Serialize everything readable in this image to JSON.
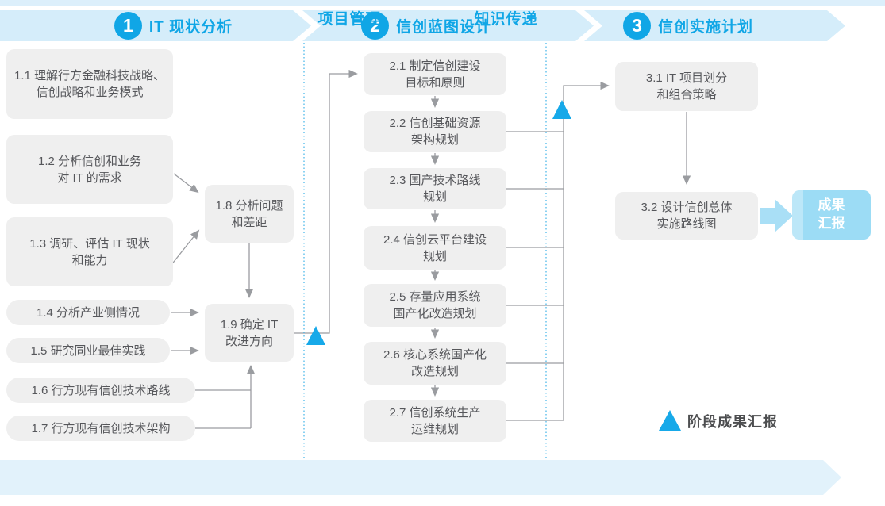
{
  "colors": {
    "accent_blue": "#10a6e6",
    "band_fill": "#d5edfa",
    "bottom_band_fill": "#e2f2fb",
    "box_fill": "#efefef",
    "box_text": "#56575b",
    "connector_gray": "#9a9ca0",
    "milestone_triangle": "#17a9e9",
    "result_box_fill": "#9cdcf5",
    "dotted_divider": "#3fb3e8"
  },
  "phases": [
    {
      "number": "1",
      "title": "IT 现状分析"
    },
    {
      "number": "2",
      "title": "信创蓝图设计"
    },
    {
      "number": "3",
      "title": "信创实施计划"
    }
  ],
  "phase1": {
    "boxes": [
      {
        "label": "1.1 理解行方金融科技战略、\n信创战略和业务模式"
      },
      {
        "label": "1.2 分析信创和业务\n对 IT 的需求"
      },
      {
        "label": "1.3 调研、评估 IT 现状\n和能力"
      },
      {
        "label": "1.4 分析产业侧情况"
      },
      {
        "label": "1.5 研究同业最佳实践"
      },
      {
        "label": "1.6 行方现有信创技术路线"
      },
      {
        "label": "1.7 行方现有信创技术架构"
      },
      {
        "label": "1.8 分析问题\n和差距"
      },
      {
        "label": "1.9 确定 IT\n改进方向"
      }
    ]
  },
  "phase2": {
    "boxes": [
      {
        "label": "2.1 制定信创建设\n目标和原则"
      },
      {
        "label": "2.2 信创基础资源\n架构规划"
      },
      {
        "label": "2.3 国产技术路线\n规划"
      },
      {
        "label": "2.4 信创云平台建设\n规划"
      },
      {
        "label": "2.5 存量应用系统\n国产化改造规划"
      },
      {
        "label": "2.6 核心系统国产化\n改造规划"
      },
      {
        "label": "2.7 信创系统生产\n运维规划"
      }
    ]
  },
  "phase3": {
    "boxes": [
      {
        "label": "3.1 IT 项目划分\n和组合策略"
      },
      {
        "label": "3.2 设计信创总体\n实施路线图"
      }
    ],
    "result_label": "成果\n汇报"
  },
  "bottom_band": {
    "items": [
      {
        "label": "项目管理"
      },
      {
        "label": "知识传递"
      }
    ]
  },
  "legend": {
    "label": "阶段成果汇报"
  }
}
